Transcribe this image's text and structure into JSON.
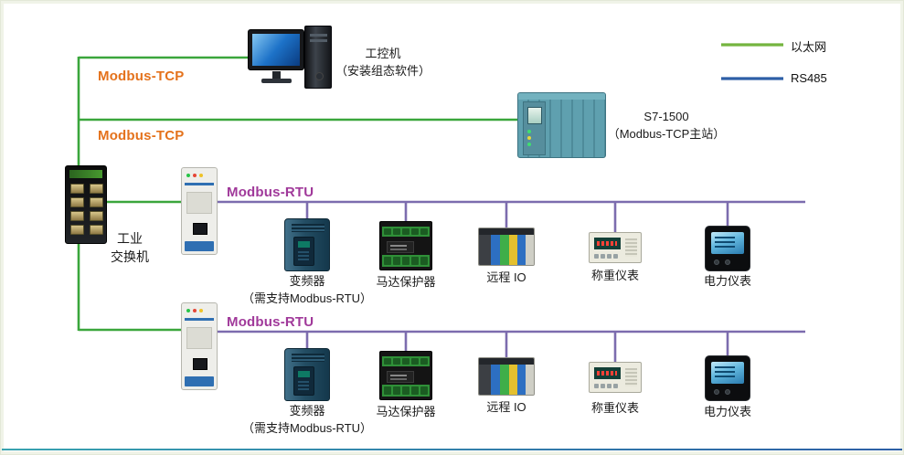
{
  "legend": {
    "items": [
      {
        "id": "ethernet",
        "label": "以太网"
      },
      {
        "id": "rs485",
        "label": "RS485"
      }
    ]
  },
  "labels": {
    "modbus_tcp_top": "Modbus-TCP",
    "modbus_tcp_mid": "Modbus-TCP"
  },
  "nodes": {
    "ipc": {
      "name": "工控机",
      "note": "（安装组态软件）"
    },
    "plc": {
      "name": "S7-1500",
      "note": "（Modbus-TCP主站）"
    },
    "switch": {
      "line1": "工业",
      "line2": "交换机"
    }
  },
  "buses": [
    {
      "label": "Modbus-RTU",
      "devices": [
        {
          "type": "inverter",
          "label": "变频器",
          "note": "（需支持Modbus-RTU）"
        },
        {
          "type": "motor-protector",
          "label": "马达保护器"
        },
        {
          "type": "remote-io",
          "label": "远程 IO"
        },
        {
          "type": "weighing-meter",
          "label": "称重仪表"
        },
        {
          "type": "power-meter",
          "label": "电力仪表"
        }
      ]
    },
    {
      "label": "Modbus-RTU",
      "devices": [
        {
          "type": "inverter",
          "label": "变频器",
          "note": "（需支持Modbus-RTU）"
        },
        {
          "type": "motor-protector",
          "label": "马达保护器"
        },
        {
          "type": "remote-io",
          "label": "远程 IO"
        },
        {
          "type": "weighing-meter",
          "label": "称重仪表"
        },
        {
          "type": "power-meter",
          "label": "电力仪表"
        }
      ]
    }
  ],
  "colors": {
    "ethernet_line": "#3aa63c",
    "legend_ethernet": "#74b53e",
    "rs485_line": "#2d5fa6",
    "bus_line": "#7c6cae",
    "modbus_tcp_text": "#e4721c",
    "modbus_rtu_text": "#a0399a"
  }
}
